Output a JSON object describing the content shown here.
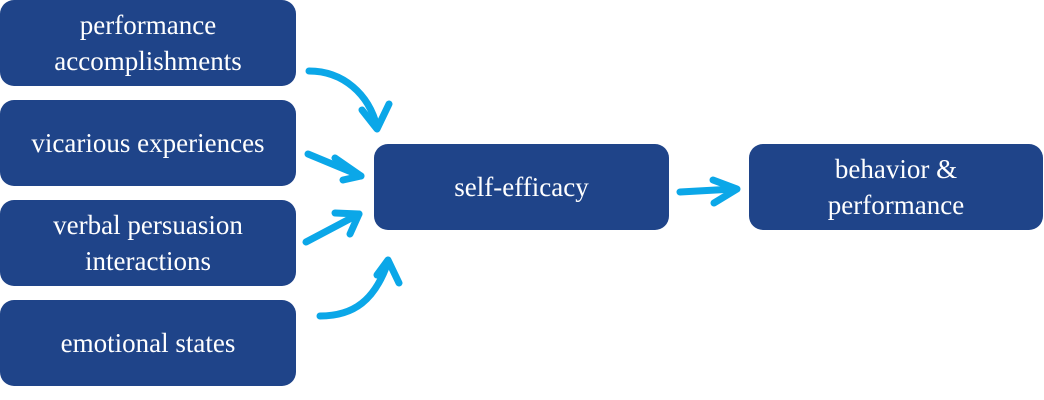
{
  "diagram": {
    "sources": [
      {
        "label": "performance\naccomplishments"
      },
      {
        "label": "vicarious experiences"
      },
      {
        "label": "verbal persuasion\ninteractions"
      },
      {
        "label": "emotional states"
      }
    ],
    "center": {
      "label": "self-efficacy"
    },
    "outcome": {
      "label": "behavior &\nperformance"
    },
    "colors": {
      "box": "#1f4489",
      "text": "#ffffff",
      "arrow": "#0ba7e8"
    }
  }
}
